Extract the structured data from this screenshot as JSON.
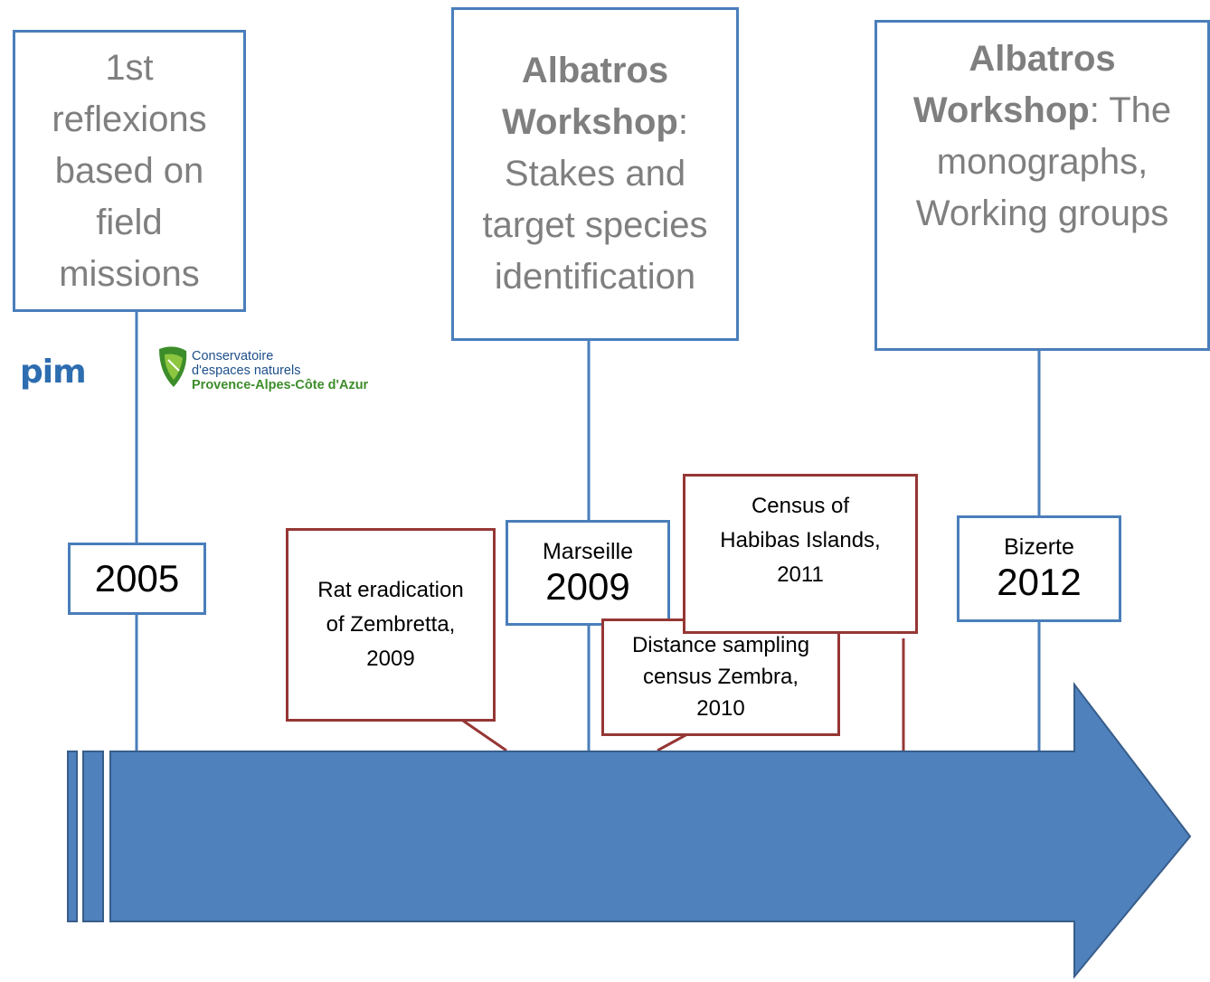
{
  "diagram": {
    "top_boxes": [
      {
        "text_plain": "1st reflexions based on field missions"
      },
      {
        "bold": "Albatros Workshop",
        "colon": ":",
        "rest": "Stakes and target species identification"
      },
      {
        "bold": "Albatros Workshop",
        "colon": ":",
        "rest": "The monographs, Working groups"
      }
    ],
    "milestones": [
      {
        "place": "",
        "year": "2005"
      },
      {
        "place": "Marseille",
        "year": "2009"
      },
      {
        "place": "Bizerte",
        "year": "2012"
      }
    ],
    "events": [
      {
        "text": "Rat eradication of Zembretta, 2009"
      },
      {
        "text": "Distance sampling census Zembra, 2010"
      },
      {
        "text": "Census of Habibas Islands, 2011"
      }
    ],
    "logos": {
      "pim": "pim",
      "cen_line1": "Conservatoire",
      "cen_line2": "d'espaces naturels",
      "cen_line3": "Provence-Alpes-Côte d'Azur"
    }
  },
  "colors": {
    "arrow_fill": "#4f81bd",
    "arrow_stroke": "#385d8a",
    "box_blue": "#4a7ebb",
    "box_red": "#953735",
    "grey_text": "#7f7f7f"
  }
}
